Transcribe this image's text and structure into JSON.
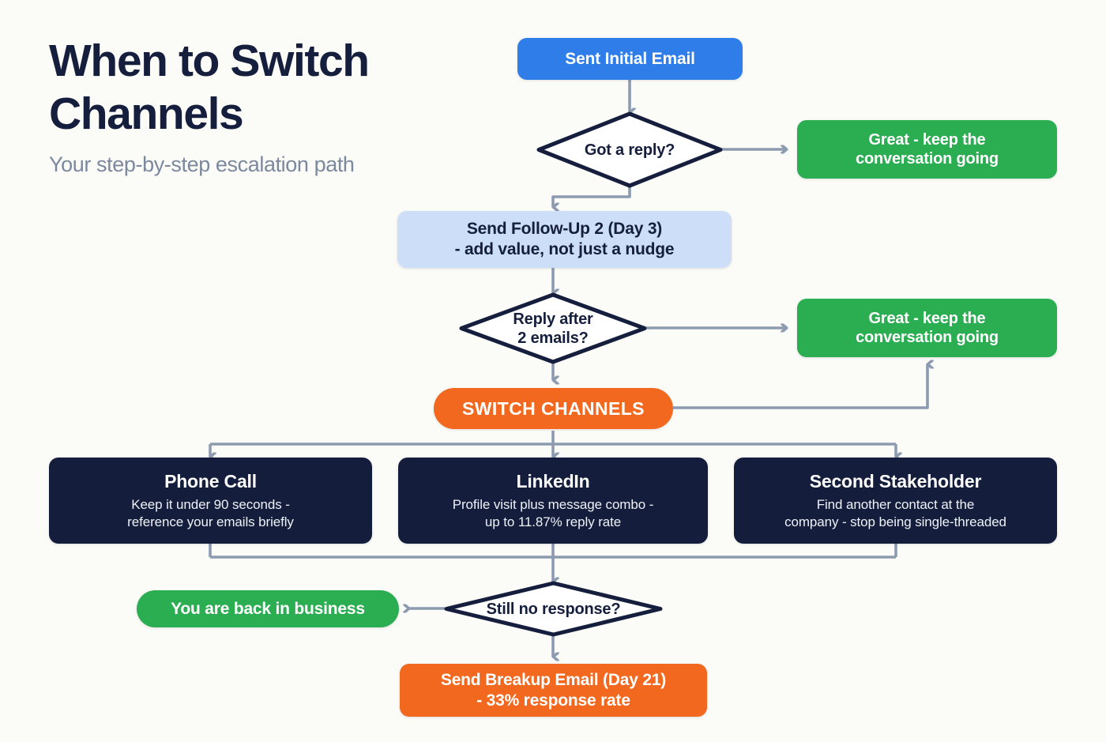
{
  "header": {
    "title": "When to Switch Channels",
    "subtitle": "Your step-by-step escalation path"
  },
  "colors": {
    "background": "#fbfbf7",
    "navy_text": "#151f3d",
    "subtitle_gray": "#7b889e",
    "blue": "#2f7de8",
    "light_blue": "#ccdef8",
    "green": "#2bad52",
    "orange": "#f2681f",
    "navy_card": "#141e3c",
    "connector_gray": "#8d9bb0",
    "diamond_border": "#151f3d"
  },
  "nodes": {
    "start": {
      "label": "Sent Initial Email"
    },
    "decision_reply": {
      "label": "Got a reply?"
    },
    "result_reply_yes": {
      "line1": "Great - keep the",
      "line2": "conversation going"
    },
    "followup": {
      "line1": "Send Follow-Up 2 (Day 3)",
      "line2": "- add value, not just a nudge"
    },
    "decision_reply2": {
      "line1": "Reply after",
      "line2": "2 emails?"
    },
    "result_reply2_yes": {
      "line1": "Great - keep the",
      "line2": "conversation going"
    },
    "switch": {
      "label": "SWITCH CHANNELS"
    },
    "channel_phone": {
      "title": "Phone Call",
      "line1": "Keep it under 90 seconds -",
      "line2": "reference your emails briefly"
    },
    "channel_linkedin": {
      "title": "LinkedIn",
      "line1": "Profile visit plus message combo -",
      "line2": "up to 11.87% reply rate"
    },
    "channel_stakeholder": {
      "title": "Second Stakeholder",
      "line1": "Find another contact at the",
      "line2": "company - stop being single-threaded"
    },
    "decision_still": {
      "label": "Still no response?"
    },
    "result_back": {
      "label": "You are back in business"
    },
    "breakup": {
      "line1": "Send Breakup Email (Day 21)",
      "line2": "- 33% response rate"
    }
  },
  "chart_data": {
    "type": "diagram",
    "title": "When to Switch Channels",
    "subtitle": "Your step-by-step escalation path",
    "diagram_kind": "flowchart",
    "flow_nodes": [
      {
        "id": "start",
        "kind": "process",
        "color": "#2f7de8",
        "text": "Sent Initial Email"
      },
      {
        "id": "decision_reply",
        "kind": "decision",
        "color": "#ffffff",
        "text": "Got a reply?"
      },
      {
        "id": "result_reply_yes",
        "kind": "terminator",
        "color": "#2bad52",
        "text": "Great - keep the conversation going"
      },
      {
        "id": "followup",
        "kind": "process",
        "color": "#ccdef8",
        "text": "Send Follow-Up 2 (Day 3) - add value, not just a nudge"
      },
      {
        "id": "decision_reply2",
        "kind": "decision",
        "color": "#ffffff",
        "text": "Reply after 2 emails?"
      },
      {
        "id": "result_reply2_yes",
        "kind": "terminator",
        "color": "#2bad52",
        "text": "Great - keep the conversation going"
      },
      {
        "id": "switch",
        "kind": "highlight",
        "color": "#f2681f",
        "text": "SWITCH CHANNELS"
      },
      {
        "id": "channel_phone",
        "kind": "card",
        "color": "#141e3c",
        "text": "Phone Call - Keep it under 90 seconds - reference your emails briefly"
      },
      {
        "id": "channel_linkedin",
        "kind": "card",
        "color": "#141e3c",
        "text": "LinkedIn - Profile visit plus message combo - up to 11.87% reply rate"
      },
      {
        "id": "channel_stakeholder",
        "kind": "card",
        "color": "#141e3c",
        "text": "Second Stakeholder - Find another contact at the company - stop being single-threaded"
      },
      {
        "id": "decision_still",
        "kind": "decision",
        "color": "#ffffff",
        "text": "Still no response?"
      },
      {
        "id": "result_back",
        "kind": "terminator",
        "color": "#2bad52",
        "text": "You are back in business"
      },
      {
        "id": "breakup",
        "kind": "process",
        "color": "#f2681f",
        "text": "Send Breakup Email (Day 21) - 33% response rate"
      }
    ],
    "flow_edges": [
      {
        "from": "start",
        "to": "decision_reply"
      },
      {
        "from": "decision_reply",
        "to": "result_reply_yes"
      },
      {
        "from": "decision_reply",
        "to": "followup"
      },
      {
        "from": "followup",
        "to": "decision_reply2"
      },
      {
        "from": "decision_reply2",
        "to": "result_reply2_yes"
      },
      {
        "from": "decision_reply2",
        "to": "switch"
      },
      {
        "from": "switch",
        "to": "result_reply2_yes"
      },
      {
        "from": "switch",
        "to": "channel_phone"
      },
      {
        "from": "switch",
        "to": "channel_linkedin"
      },
      {
        "from": "switch",
        "to": "channel_stakeholder"
      },
      {
        "from": "channel_phone",
        "to": "decision_still"
      },
      {
        "from": "channel_linkedin",
        "to": "decision_still"
      },
      {
        "from": "channel_stakeholder",
        "to": "decision_still"
      },
      {
        "from": "decision_still",
        "to": "result_back"
      },
      {
        "from": "decision_still",
        "to": "breakup"
      }
    ],
    "metrics": [
      {
        "label": "LinkedIn reply rate",
        "value": 11.87,
        "unit": "%"
      },
      {
        "label": "Breakup email response rate",
        "value": 33,
        "unit": "%"
      },
      {
        "label": "Follow-Up 2 day",
        "value": 3,
        "unit": "day"
      },
      {
        "label": "Breakup email day",
        "value": 21,
        "unit": "day"
      },
      {
        "label": "Phone call max length",
        "value": 90,
        "unit": "seconds"
      }
    ]
  }
}
